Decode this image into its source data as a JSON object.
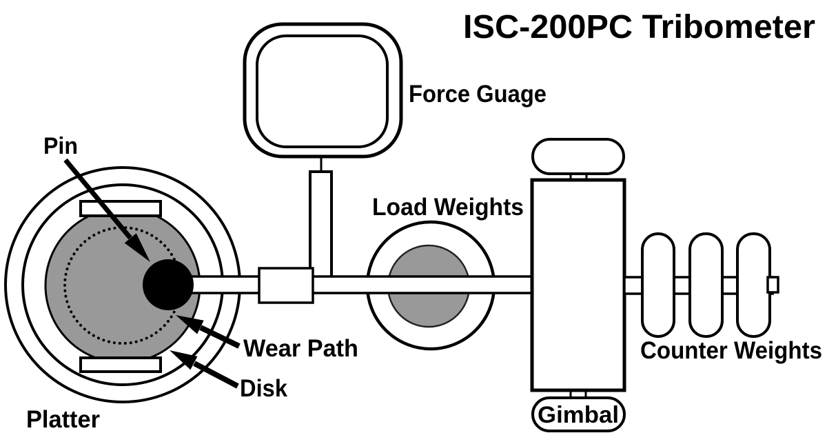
{
  "title": "ISC-200PC Tribometer",
  "labels": {
    "pin": "Pin",
    "force_gauge": "Force Guage",
    "load_weights": "Load Weights",
    "wear_path": "Wear Path",
    "disk": "Disk",
    "platter": "Platter",
    "gimbal": "Gimbal",
    "counter_weights": "Counter Weights"
  },
  "colors": {
    "background": "#ffffff",
    "line": "#000000",
    "disk_gray": "#999999",
    "load_weight_gray": "#999999"
  }
}
